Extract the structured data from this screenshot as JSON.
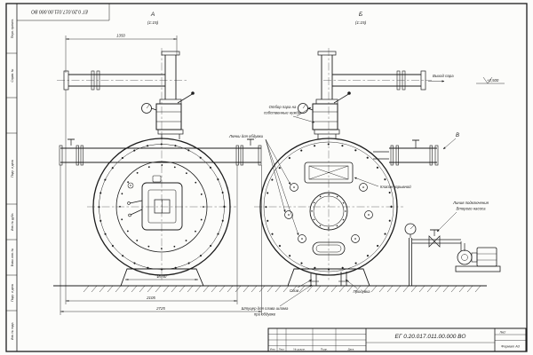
{
  "drawing": {
    "doc_number": "ЕГ 0.20.017.011.00.000  ВО",
    "format_label": "Формат А3",
    "sheet_label": "Лист",
    "views": {
      "a_letter": "А",
      "a_scale": "(1:15)",
      "b_letter": "Б",
      "b_scale": "(1:15)",
      "v_letter": "В"
    },
    "annotations": {
      "steam_outlet": "Выход пара",
      "elevation": "+2,500",
      "own_needs_line1": "Отбор пара на",
      "own_needs_line2": "собственные нужды",
      "hatches": "Лючки для обдувки",
      "explosion_valve": "Клапан взрывной",
      "pump_line1": "Линия подключения",
      "pump_line2": "Второго насоса",
      "drain": "Слив",
      "blowdown": "Продувка",
      "sludge_line1": "Штуцер для слива шлама",
      "sludge_line2": "при обдувке"
    },
    "dimensions": {
      "pipe_length": "1350",
      "door_diameter": "Ø940",
      "width_inner": "2105",
      "width_overall": "2725"
    },
    "title_block": {
      "rev_cols": [
        "Изм.",
        "Лист",
        "№ докум.",
        "Подп.",
        "Дата"
      ]
    },
    "side_strip": [
      "Перв. примен.",
      "Справ. №",
      "Подп. и дата",
      "Инв. № дубл.",
      "Взам. инв. №",
      "Подп. и дата",
      "Инв. № подл."
    ]
  }
}
